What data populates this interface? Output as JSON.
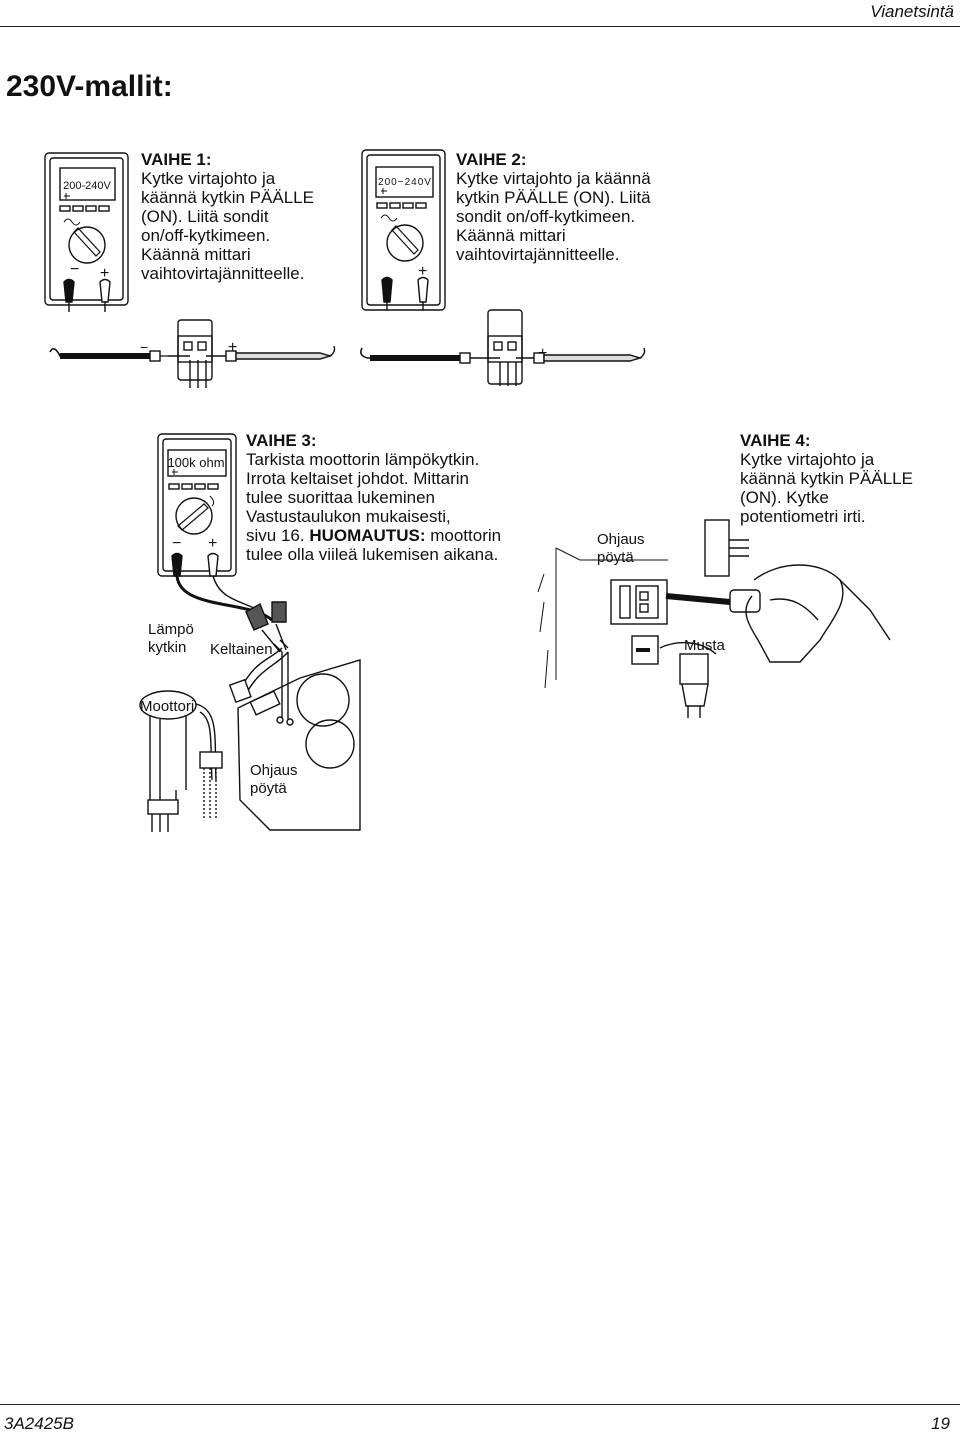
{
  "header": {
    "section": "Vianetsintä"
  },
  "title": "230V-mallit:",
  "steps": [
    {
      "heading": "VAIHE 1:",
      "lines": [
        "Kytke virtajohto ja",
        "käännä kytkin PÄÄLLE",
        "(ON). Liitä sondit",
        "on/off-kytkimeen.",
        "Käännä mittari",
        "vaihtovirtajännitteelle."
      ]
    },
    {
      "heading": "VAIHE 2:",
      "lines": [
        "Kytke virtajohto ja käännä",
        "kytkin PÄÄLLE (ON). Liitä",
        "sondit on/off-kytkimeen.",
        "Käännä mittari",
        "vaihtovirtajännitteelle."
      ]
    },
    {
      "heading": "VAIHE 3:",
      "lines": [
        "Tarkista moottorin lämpökytkin.",
        "Irrota keltaiset johdot. Mittarin",
        "tulee suorittaa lukeminen",
        "Vastustaulukon mukaisesti,",
        "sivu 16."
      ],
      "note_label": "HUOMAUTUS:",
      "note_lines": [
        "moottorin",
        "tulee olla viileä lukemisen aikana."
      ]
    },
    {
      "heading": "VAIHE 4:",
      "lines": [
        "Kytke virtajohto ja",
        "käännä kytkin PÄÄLLE",
        "(ON). Kytke",
        "potentiometri irti."
      ]
    }
  ],
  "meters": {
    "m1_display": "200-240V",
    "m2_display": "200−240V",
    "m3_display": "100k ohm",
    "minus": "−",
    "plus": "+"
  },
  "labels": {
    "lampo": "Lämpö",
    "kytkin": "kytkin",
    "keltainen": "Keltainen",
    "moottori": "Moottori",
    "ohjaus": "Ohjaus",
    "poyta": "pöytä",
    "musta": "Musta"
  },
  "footer": {
    "doc_id": "3A2425B",
    "page": "19"
  }
}
